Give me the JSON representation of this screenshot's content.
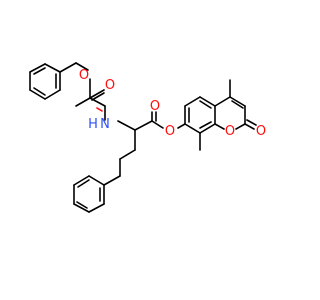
{
  "molecule": {
    "atom_labels": {
      "o_carbamate_ether": "O",
      "o_carbamate_carbonyl": "O",
      "nh": "H",
      "n": "N",
      "o_ester_carbonyl": "O",
      "o_ester_link": "O",
      "o_ring": "O",
      "o_lactone_carbonyl": "O"
    },
    "colors": {
      "carbon_bond": "#000000",
      "oxygen": "#ff0d0d",
      "nitrogen": "#3050f8",
      "background": "#ffffff"
    }
  }
}
